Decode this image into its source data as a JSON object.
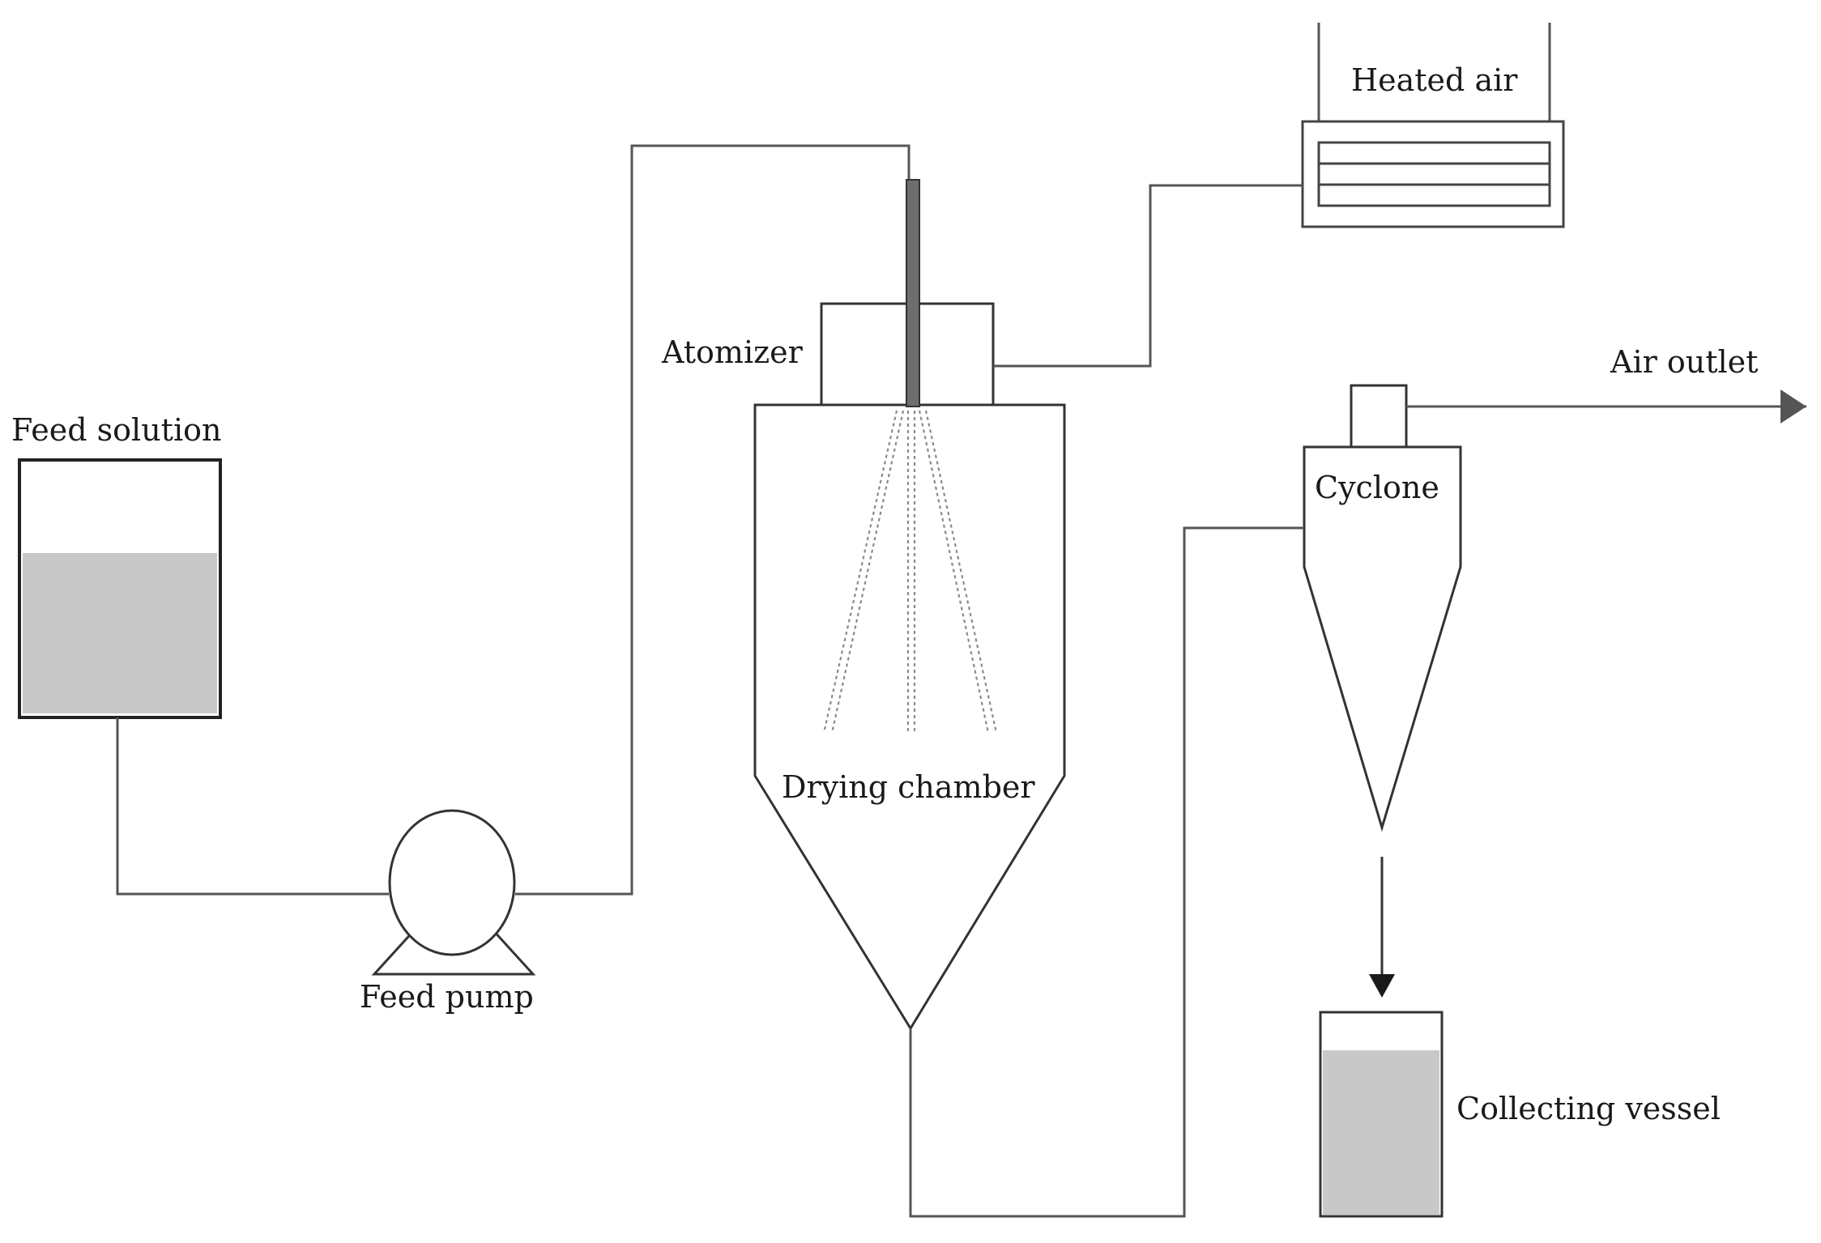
{
  "labels": {
    "feed_solution": "Feed solution",
    "feed_pump": "Feed pump",
    "atomizer": "Atomizer",
    "drying_chamber": "Drying chamber",
    "heated_air": "Heated air",
    "air_outlet": "Air outlet",
    "cyclone": "Cyclone",
    "collecting_vessel": "Collecting vessel"
  },
  "colors": {
    "line": "#555555",
    "outline": "#333333",
    "liquid": "#c8c8c8",
    "nozzle": "#6e6e6e",
    "background": "#ffffff"
  }
}
